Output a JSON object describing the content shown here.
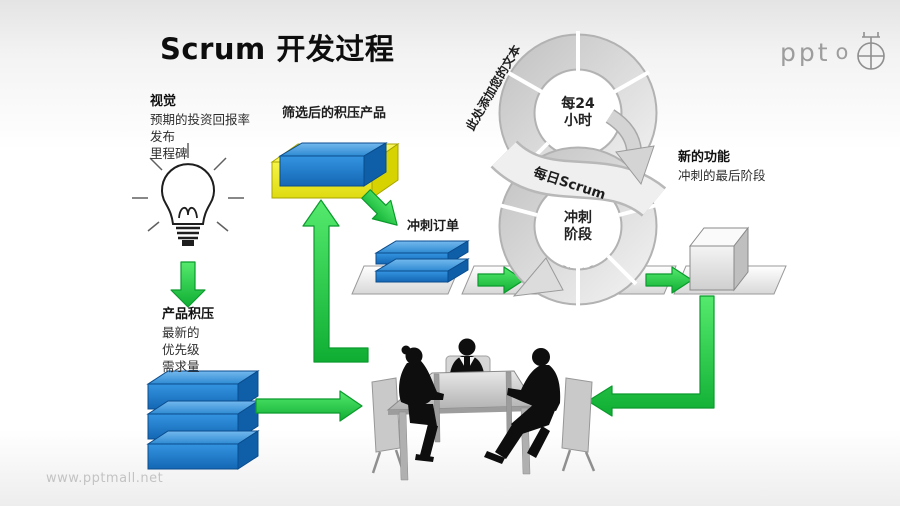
{
  "slide": {
    "title": "Scrum 开发过程",
    "watermark": "www.pptmall.net",
    "logo_text": "ppt",
    "logo_o": "o"
  },
  "vision": {
    "heading": "视觉",
    "items": [
      "预期的投资回报率",
      "发布",
      "里程碑"
    ]
  },
  "product_backlog": {
    "heading": "产品积压",
    "items": [
      "最新的",
      "优先级",
      "需求量"
    ]
  },
  "filtered_backlog": {
    "heading": "筛选后的积压产品"
  },
  "sprint_order": {
    "heading": "冲刺订单"
  },
  "scrum_loop": {
    "placeholder_label": "此处添加您的文本",
    "daily_label": "每日Scrum",
    "top_line1": "每24",
    "top_line2": "小时",
    "bottom_line1": "冲刺",
    "bottom_line2": "阶段"
  },
  "new_feature": {
    "heading": "新的功能",
    "subtitle": "冲刺的最后阶段"
  },
  "icons": {
    "bulb": "light-bulb",
    "logo_mark": "circle-cross"
  },
  "colors": {
    "accent_green": "#17c23c",
    "box_blue": "#1b7ad0",
    "tray_yellow": "#f0ee2e",
    "ring_gray": "#d9d9d9"
  }
}
